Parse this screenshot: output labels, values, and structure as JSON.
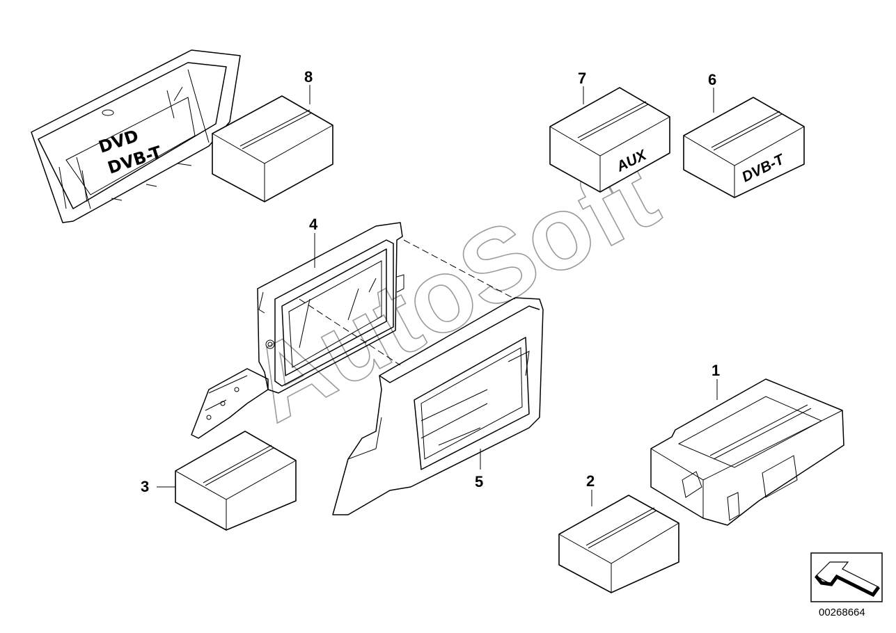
{
  "parts": {
    "part1": "1",
    "part2": "2",
    "part3": "3",
    "part4": "4",
    "part5": "5",
    "part6": "6",
    "part7": "7",
    "part8": "8"
  },
  "screen_labels": {
    "line1": "DVD",
    "line2": "DVB-T"
  },
  "box_labels": {
    "box7": "AUX",
    "box6": "DVB-T"
  },
  "watermark": "AutoSoft",
  "diagram_id": "00268664"
}
